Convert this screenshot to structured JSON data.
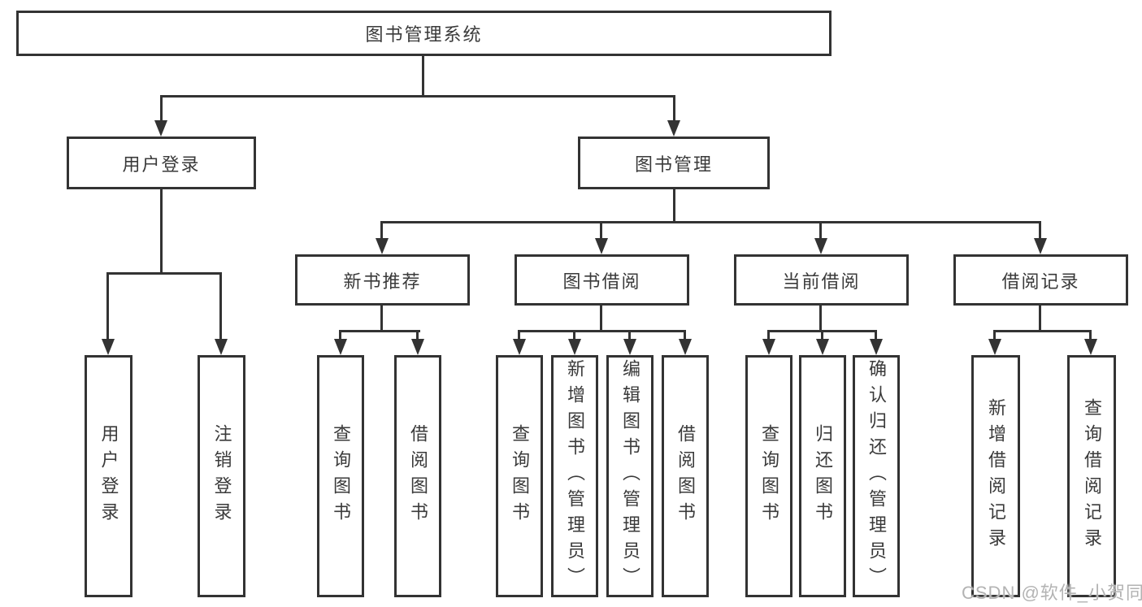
{
  "colors": {
    "line": "#333333",
    "box_border": "#333333",
    "text": "#3a3a3a",
    "watermark": "#b3b3b3",
    "background": "#ffffff"
  },
  "watermark": "CSDN @软件_小贺同学",
  "tree": {
    "root": "图书管理系统",
    "branches": [
      {
        "label": "用户登录",
        "children": [
          {
            "label": "用户登录"
          },
          {
            "label": "注销登录"
          }
        ]
      },
      {
        "label": "图书管理",
        "children": [
          {
            "label": "新书推荐",
            "children": [
              {
                "label": "查询图书"
              },
              {
                "label": "借阅图书"
              }
            ]
          },
          {
            "label": "图书借阅",
            "children": [
              {
                "label": "查询图书"
              },
              {
                "label": "新增图书（管理员）"
              },
              {
                "label": "编辑图书（管理员）"
              },
              {
                "label": "借阅图书"
              }
            ]
          },
          {
            "label": "当前借阅",
            "children": [
              {
                "label": "查询图书"
              },
              {
                "label": "归还图书"
              },
              {
                "label": "确认归还（管理员）"
              }
            ]
          },
          {
            "label": "借阅记录",
            "children": [
              {
                "label": "新增借阅记录"
              },
              {
                "label": "查询借阅记录"
              }
            ]
          }
        ]
      }
    ]
  }
}
